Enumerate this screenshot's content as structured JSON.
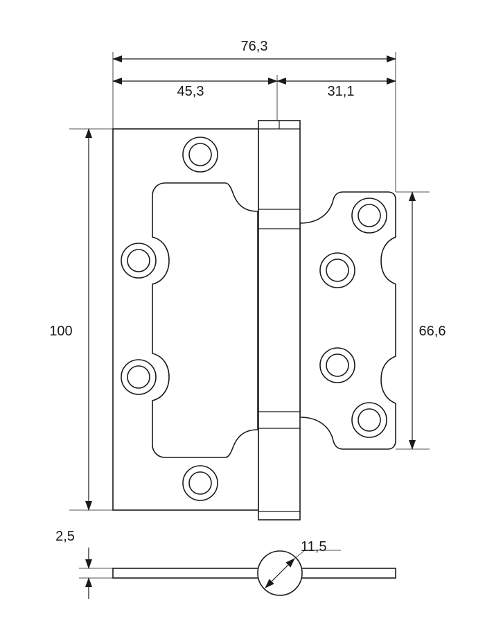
{
  "dimensions": {
    "overall_width": "76,3",
    "left_leaf_width": "45,3",
    "right_leaf_width": "31,1",
    "height": "100",
    "right_leaf_height": "66,6",
    "thickness": "2,5",
    "knuckle_diameter": "11,5"
  },
  "colors": {
    "line": "#1a1a1a",
    "background": "#ffffff"
  }
}
